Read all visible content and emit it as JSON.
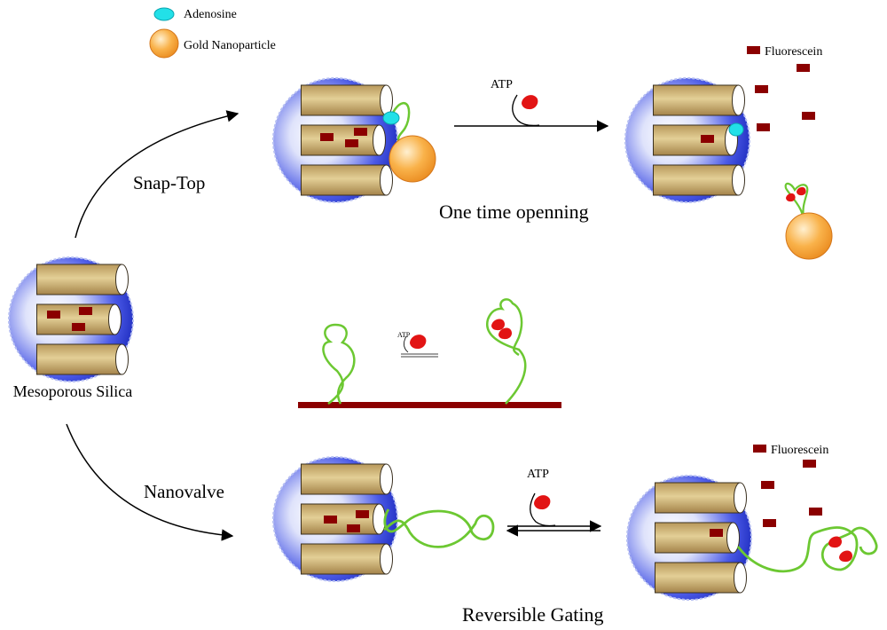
{
  "legend": {
    "adenosine": "Adenosine",
    "gold": "Gold Nanoparticle"
  },
  "labels": {
    "start_material": "Mesoporous Silica",
    "route_top": "Snap-Top",
    "route_bottom": "Nanovalve",
    "stimulus_top": "ATP",
    "stimulus_middle": "ATP",
    "stimulus_bottom": "ATP",
    "fluorescein_top": "Fluorescein",
    "fluorescein_bottom": "Fluorescein",
    "caption_top": "One time openning",
    "caption_bottom": "Reversible Gating"
  },
  "colors": {
    "sphere": "#2a39d6",
    "pore": "#b8985a",
    "cargo": "#8b0000",
    "adenosine": "#22e0e8",
    "gold": "#f5a030",
    "dna": "#86e04a",
    "atp": "#e21414",
    "surface": "#8b0000"
  }
}
